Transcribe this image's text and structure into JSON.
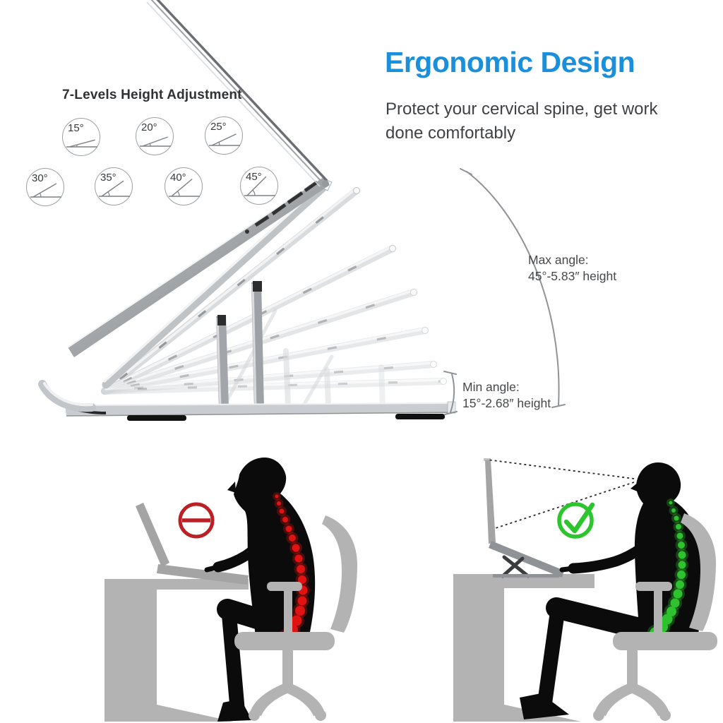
{
  "header": {
    "title": "Ergonomic Design",
    "subtitle": "Protect your cervical spine, get work done comfortably"
  },
  "adjustment": {
    "heading": "7-Levels Height Adjustment",
    "levels": [
      "15°",
      "20°",
      "25°",
      "30°",
      "35°",
      "40°",
      "45°"
    ]
  },
  "annotations": {
    "max": {
      "label": "Max angle:",
      "value": "45°-5.83″  height"
    },
    "min": {
      "label": "Min angle:",
      "value": "15°-2.68″  height"
    }
  },
  "icons": {
    "bad_posture": "no-entry-icon",
    "good_posture": "check-icon"
  },
  "colors": {
    "accent_blue": "#1a8fdc",
    "text_dark": "#3f4144",
    "bad_red": "#bb2025",
    "spine_red": "#e01212",
    "good_green": "#2dc52d",
    "spine_green": "#2ec22e",
    "furniture_gray": "#b3b3b3",
    "silhouette_black": "#0b0b0b"
  }
}
